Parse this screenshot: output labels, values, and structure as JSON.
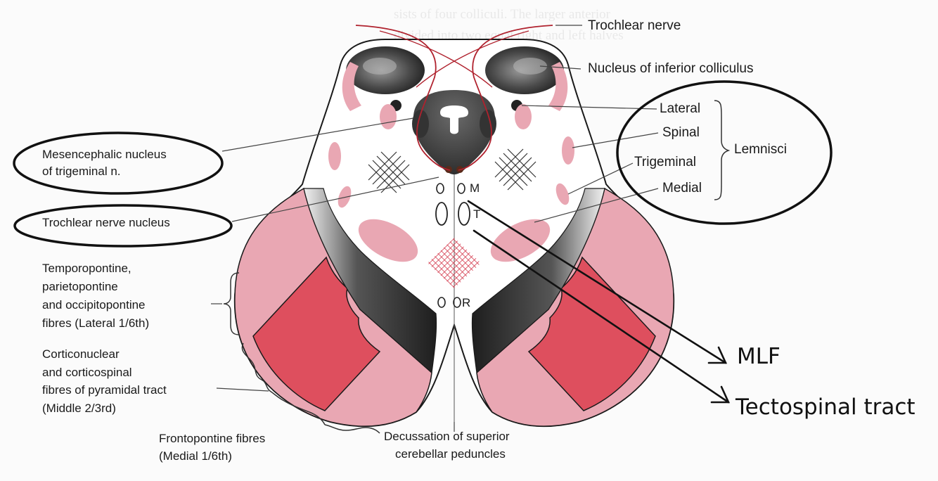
{
  "labels": {
    "trochlear_nerve": "Trochlear nerve",
    "nucleus_inferior_colliculus": "Nucleus of inferior colliculus",
    "lateral": "Lateral",
    "spinal": "Spinal",
    "trigeminal": "Trigeminal",
    "medial": "Medial",
    "lemnisci": "Lemnisci",
    "mesencephalic_line1": "Mesencephalic nucleus",
    "mesencephalic_line2": "of trigeminal n.",
    "trochlear_nucleus": "Trochlear nerve nucleus",
    "temporo_line1": "Temporopontine,",
    "temporo_line2": "parietopontine",
    "temporo_line3": "and occipitopontine",
    "temporo_line4": "fibres (Lateral 1/6th)",
    "cortico_line1": "Corticonuclear",
    "cortico_line2": "and corticospinal",
    "cortico_line3": "fibres of pyramidal tract",
    "cortico_line4": "(Middle 2/3rd)",
    "fronto_line1": "Frontopontine fibres",
    "fronto_line2": "(Medial 1/6th)",
    "decussation_line1": "Decussation of superior",
    "decussation_line2": "cerebellar peduncles",
    "mlf": "MLF",
    "tectospinal": "Tectospinal tract",
    "m_mark": "M",
    "t_mark": "T",
    "r_mark": "R",
    "t_symbol": "T"
  },
  "colors": {
    "pink": "#e9a7b3",
    "red": "#de4f5e",
    "dark": "#3a3a3a",
    "outline": "#1a1a1a",
    "red_line": "#b0222e"
  }
}
